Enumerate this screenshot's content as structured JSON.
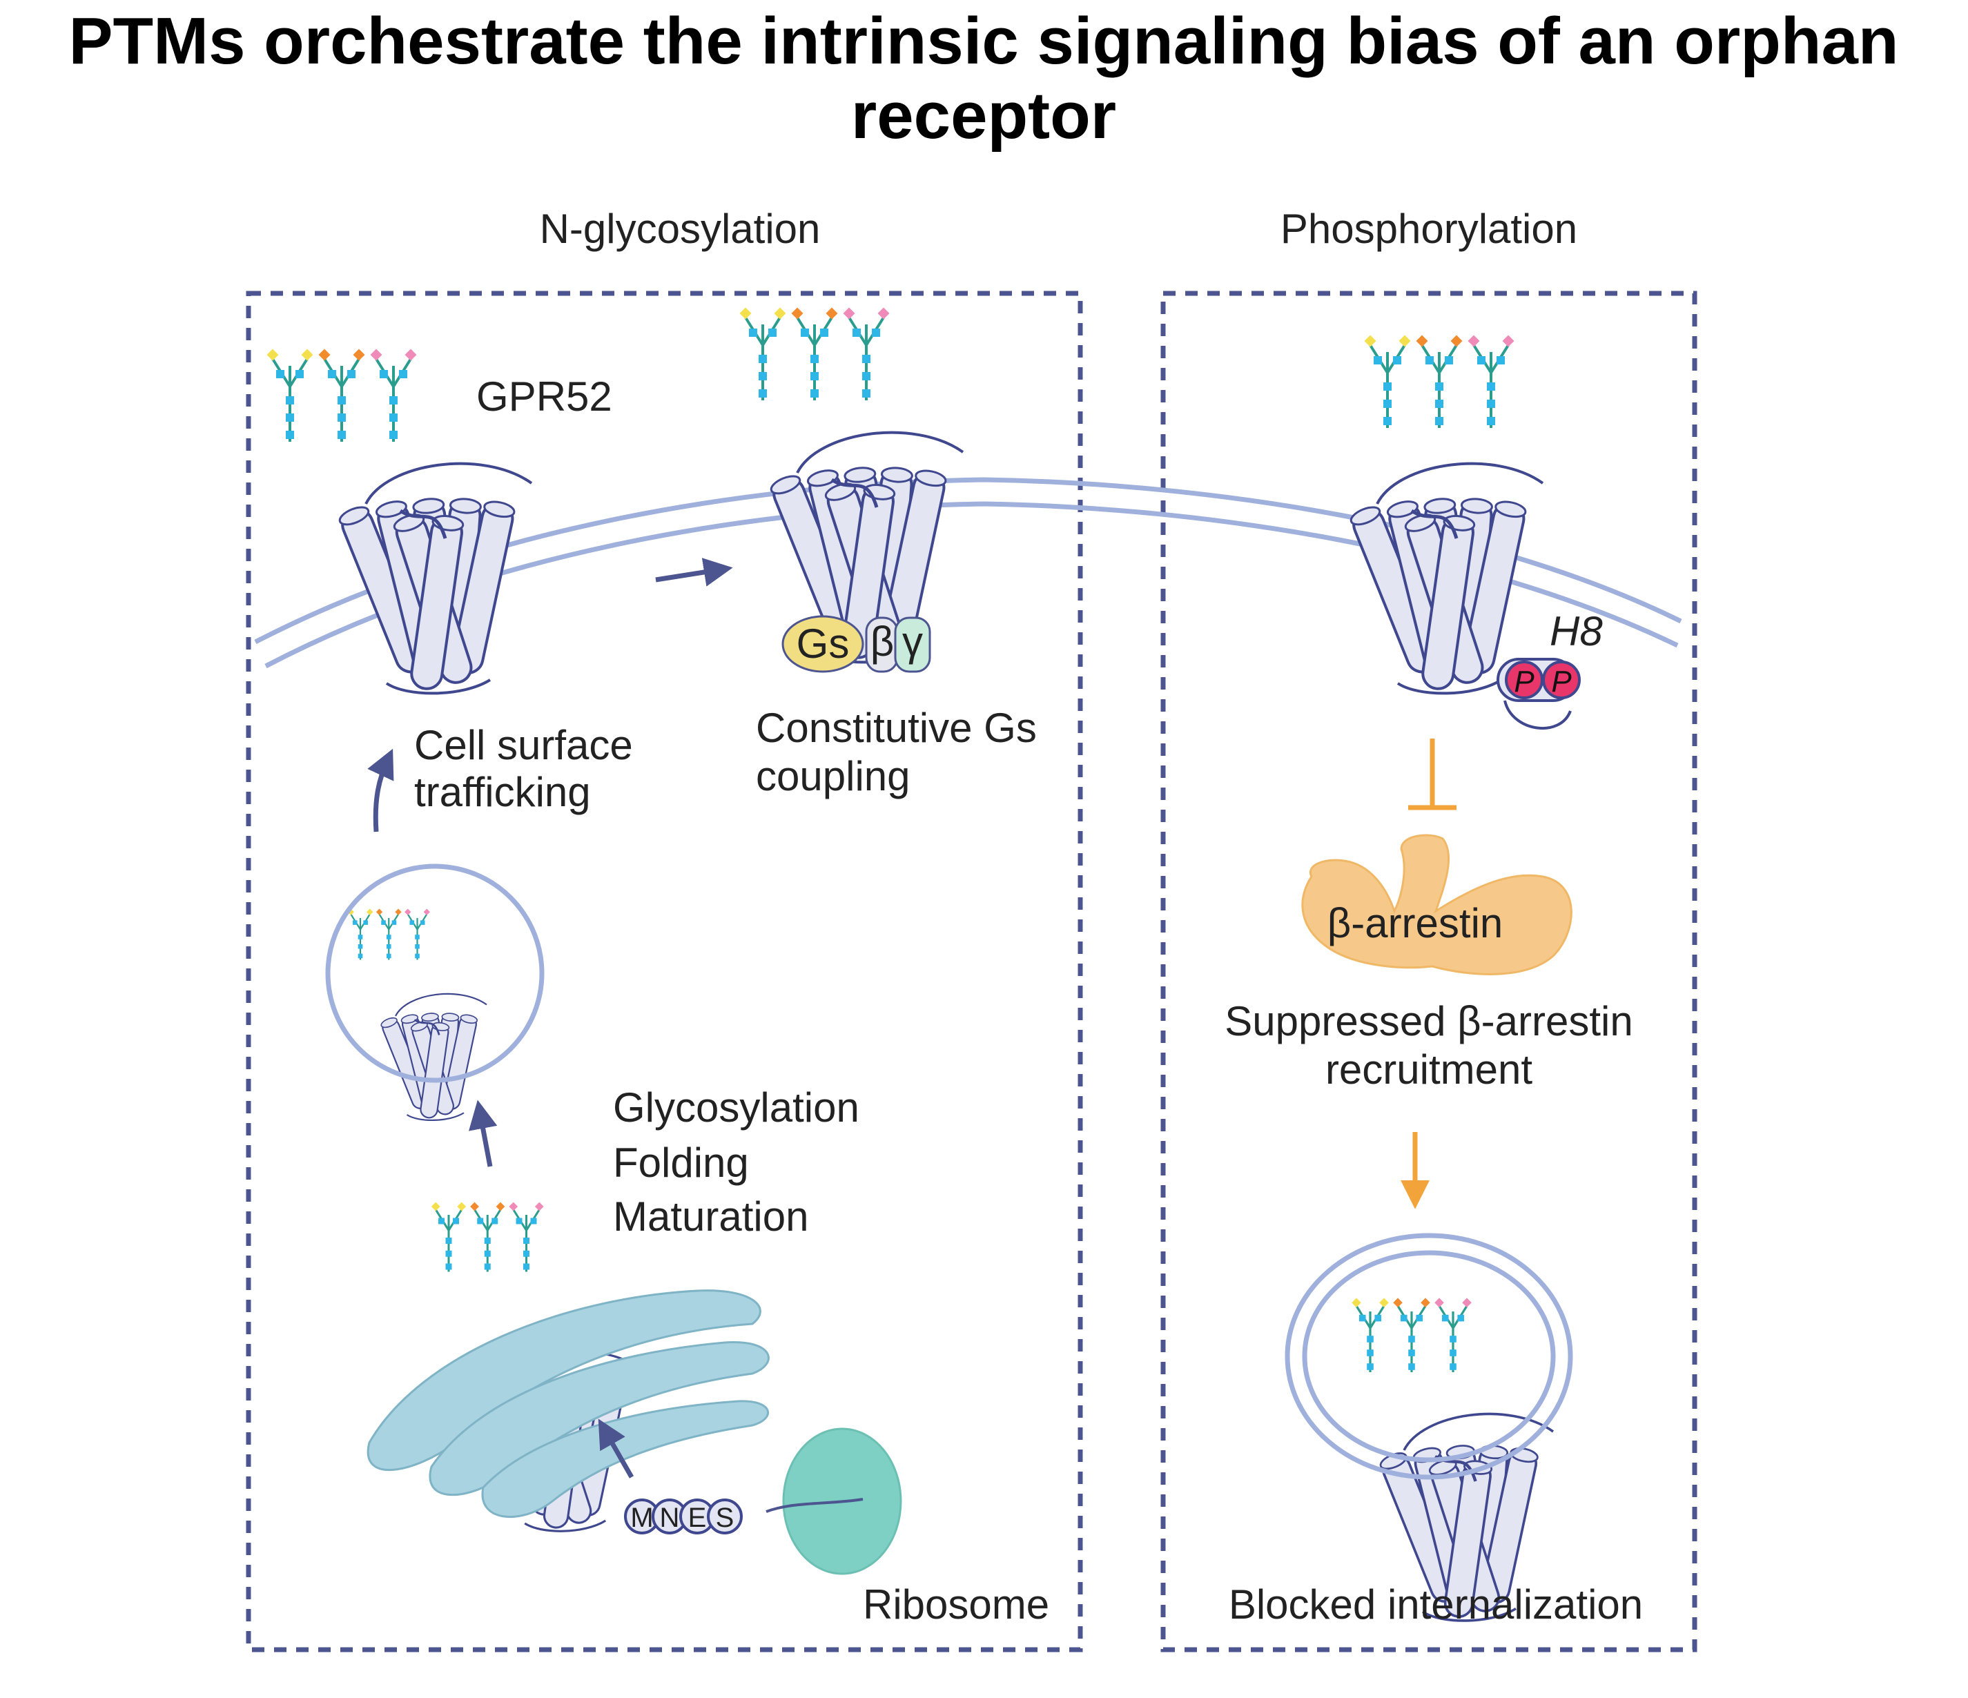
{
  "title": {
    "line1": "PTMs orchestrate the intrinsic signaling bias of an orphan",
    "line2": "receptor"
  },
  "panels": {
    "left": {
      "heading": "N-glycosylation",
      "receptor_label": "GPR52",
      "trafficking_line1": "Cell surface",
      "trafficking_line2": "trafficking",
      "coupling_line1": "Constitutive Gs",
      "coupling_line2": "coupling",
      "gs_label": "Gs",
      "beta_label": "β",
      "gamma_label": "γ",
      "er_steps": [
        "Glycosylation",
        "Folding",
        "Maturation"
      ],
      "peptide": [
        "M",
        "N",
        "E",
        "S"
      ],
      "ribosome_label": "Ribosome"
    },
    "right": {
      "heading": "Phosphorylation",
      "helix_label": "H8",
      "phospho_label": "P",
      "arrestin_label": "β-arrestin",
      "suppressed_line1": "Suppressed β-arrestin",
      "suppressed_line2": "recruitment",
      "blocked_label": "Blocked internalization"
    }
  },
  "colors": {
    "receptor_fill": "#e3e5f3",
    "receptor_stroke": "#3f478e",
    "membrane": "#9fb0dc",
    "panel_border": "#4c5590",
    "er_fill": "#a9d3e0",
    "ribosome": "#7fd0c4",
    "arrestin": "#f6c98a",
    "inhibit": "#f2a33a",
    "gs": "#f1dd82",
    "beta": "#e6e6ef",
    "gamma": "#c8ebdc",
    "phospho": "#e8366a",
    "glycan_teal": "#2a9d8f",
    "glycan_blue": "#2eb7e6",
    "glycan_yellow": "#f4e04d",
    "glycan_orange": "#f18b2e",
    "glycan_pink": "#f08ab8"
  }
}
